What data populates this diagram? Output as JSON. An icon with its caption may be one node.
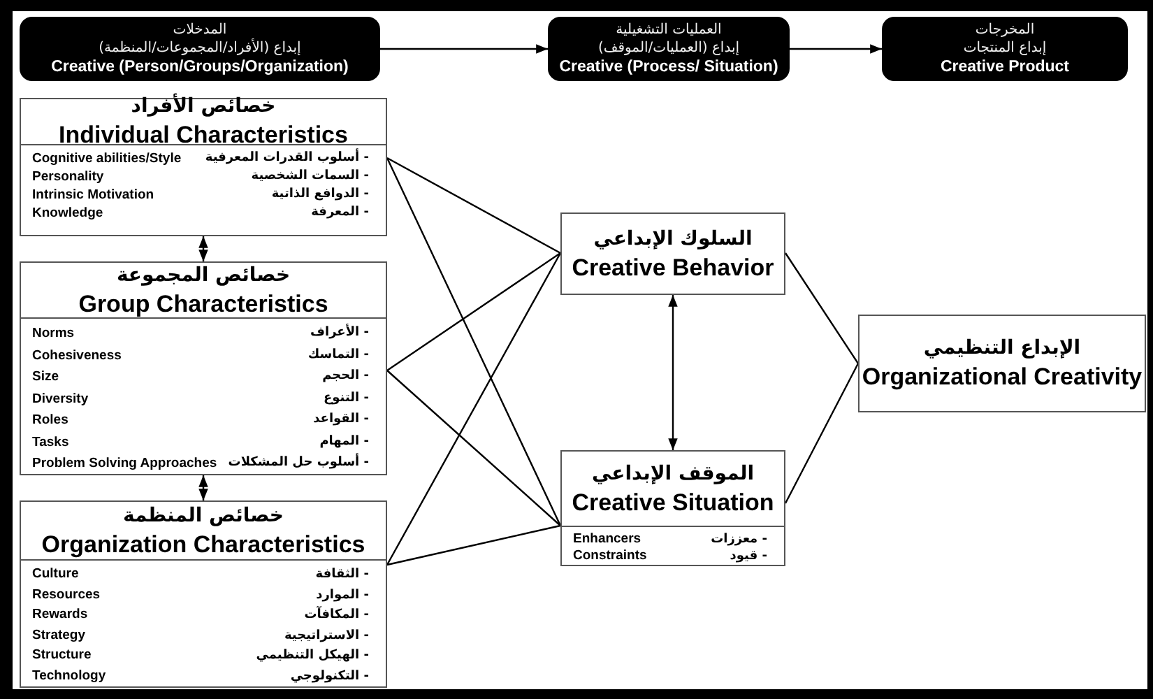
{
  "diagram": {
    "nodes": [
      {
        "text": [
          "المدخلات",
          "إبداع (الأفراد/المجموعات/المنظمة)",
          "Creative (Person/Groups/Organization)"
        ]
      },
      {
        "text": [
          "العمليات التشغيلية",
          "إبداع (العمليات/الموقف)",
          "Creative (Process/ Situation)"
        ]
      },
      {
        "text": [
          "المخرجات",
          "إبداع المنتجات",
          "Creative Product"
        ]
      },
      {
        "text": [
          "خصائص الأفراد",
          "Individual Characteristics",
          "Cognitive abilities/Style",
          "- أسلوب القدرات المعرفية",
          "Personality",
          "- السمات الشخصية",
          "Intrinsic Motivation",
          "- الدوافع الذاتية",
          "Knowledge",
          "- المعرفة"
        ]
      },
      {
        "text": [
          "خصائص المجموعة",
          "Group Characteristics",
          "Norms",
          "- الأعراف",
          "Cohesiveness",
          "- التماسك",
          "Size",
          "- الحجم",
          "Diversity",
          "- التنوع",
          "Roles",
          "- القواعد",
          "Tasks",
          "- المهام",
          "Problem Solving Approaches",
          "- أسلوب حل المشكلات"
        ]
      },
      {
        "text": [
          "خصائص المنظمة",
          "Organization Characteristics",
          "Culture",
          "- الثقافة",
          "Resources",
          "- الموارد",
          "Rewards",
          "- المكافآت",
          "Strategy",
          "- الاستراتيجية",
          "Structure",
          "- الهيكل التنظيمي",
          "Technology",
          "- التكنولوجي"
        ]
      },
      {
        "text": [
          "السلوك الإبداعي",
          "Creative Behavior"
        ]
      },
      {
        "text": [
          "الموقف الإبداعي",
          "Creative Situation",
          "Enhancers",
          "- معززات",
          "Constraints",
          "- قيود"
        ]
      },
      {
        "text": [
          "الإبداع التنظيمي",
          "Organizational Creativity"
        ]
      }
    ],
    "edges": [
      {
        "from": 0,
        "to": 1,
        "arrow": "to"
      },
      {
        "from": 1,
        "to": 2,
        "arrow": "to"
      },
      {
        "from": 3,
        "to": 4,
        "arrow": "both"
      },
      {
        "from": 4,
        "to": 5,
        "arrow": "both"
      },
      {
        "from": 3,
        "to": 6,
        "arrow": "none"
      },
      {
        "from": 3,
        "to": 7,
        "arrow": "none"
      },
      {
        "from": 4,
        "to": 6,
        "arrow": "none"
      },
      {
        "from": 4,
        "to": 7,
        "arrow": "none"
      },
      {
        "from": 5,
        "to": 6,
        "arrow": "none"
      },
      {
        "from": 5,
        "to": 7,
        "arrow": "none"
      },
      {
        "from": 6,
        "to": 7,
        "arrow": "both"
      },
      {
        "from": 6,
        "to": 8,
        "arrow": "none"
      },
      {
        "from": 7,
        "to": 8,
        "arrow": "none"
      }
    ]
  }
}
